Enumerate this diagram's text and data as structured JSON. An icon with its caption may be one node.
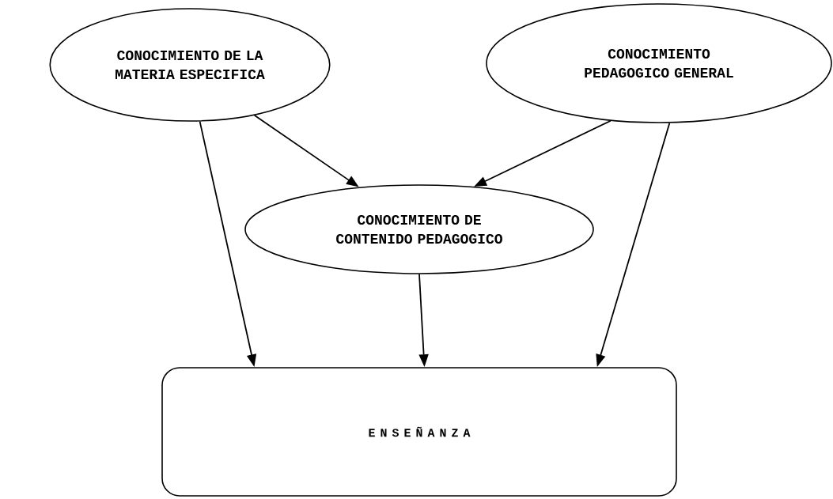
{
  "diagram": {
    "nodes": [
      {
        "text": [
          "CONOCIMIENTO DE LA MATERIA ESPECIFICA"
        ]
      },
      {
        "text": [
          "CONOCIMIENTO PEDAGOGICO GENERAL"
        ]
      },
      {
        "text": [
          "CONOCIMIENTO DE CONTENIDO PEDAGOGICO"
        ]
      },
      {
        "text": [
          "E N S E Ñ A N Z A"
        ]
      }
    ],
    "edges": [
      {
        "from": 0,
        "to": 3,
        "arrow": "to"
      },
      {
        "from": 0,
        "to": 2,
        "arrow": "to"
      },
      {
        "from": 1,
        "to": 2,
        "arrow": "to"
      },
      {
        "from": 1,
        "to": 3,
        "arrow": "to"
      },
      {
        "from": 2,
        "to": 3,
        "arrow": "to"
      }
    ]
  }
}
